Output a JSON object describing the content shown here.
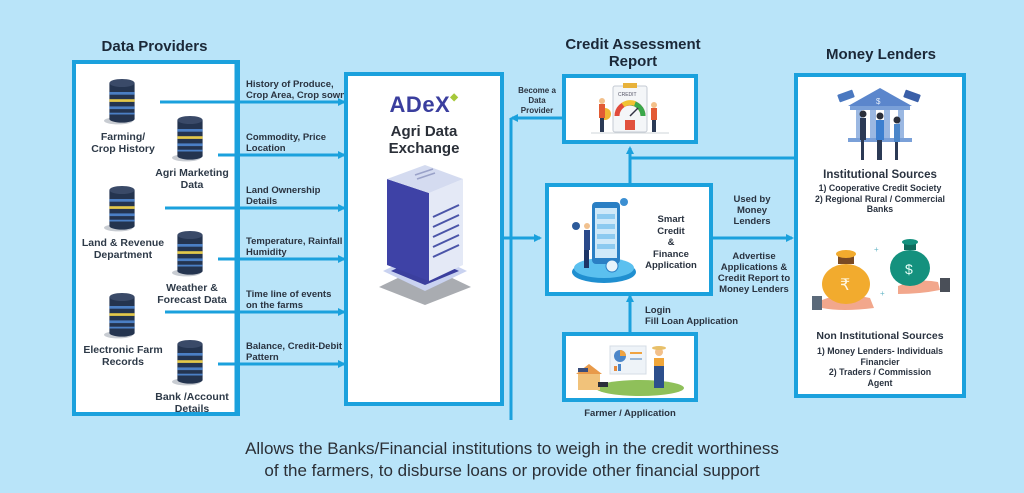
{
  "colors": {
    "background": "#b9e4f9",
    "accent": "#1ba1dd",
    "text_dark": "#1b2838",
    "adex_purple": "#3a3e9e",
    "adex_green": "#a6c83a"
  },
  "data_providers": {
    "heading": "Data Providers",
    "sources": [
      {
        "icon": "database-icon",
        "line1": "Farming/",
        "line2": "Crop History"
      },
      {
        "icon": "database-icon",
        "line1": "Agri Marketing",
        "line2": "Data"
      },
      {
        "icon": "database-icon",
        "line1": "Land & Revenue",
        "line2": "Department"
      },
      {
        "icon": "database-icon",
        "line1": "Weather &",
        "line2": "Forecast Data"
      },
      {
        "icon": "database-icon",
        "line1": "Electronic Farm",
        "line2": "Records"
      },
      {
        "icon": "database-icon",
        "line1": "Bank /Account",
        "line2": "Details"
      }
    ]
  },
  "data_flows": [
    {
      "line1": "History of Produce,",
      "line2": "Crop Area, Crop sown"
    },
    {
      "line1": "Commodity, Price",
      "line2": "Location"
    },
    {
      "line1": "Land Ownership",
      "line2": "Details"
    },
    {
      "line1": "Temperature, Rainfall",
      "line2": "Humidity"
    },
    {
      "line1": "Time line of events",
      "line2": "on the farms"
    },
    {
      "line1": "Balance, Credit-Debit",
      "line2": "Pattern"
    }
  ],
  "adex": {
    "logo": "ADeX",
    "title_line1": "Agri Data",
    "title_line2": "Exchange",
    "icon": "server-icon"
  },
  "credit_report": {
    "heading_line1": "Credit Assessment",
    "heading_line2": "Report",
    "icon": "credit-gauge-icon",
    "gauge_text": "CREDIT",
    "arrow_label_line1": "Become a",
    "arrow_label_line2": "Data",
    "arrow_label_line3": "Provider"
  },
  "smart_app": {
    "line1": "Smart",
    "line2": "Credit",
    "line3": "&",
    "line4": "Finance",
    "line5": "Application",
    "icon": "mobile-app-icon"
  },
  "farmer": {
    "label": "Farmer / Application",
    "icon": "farmer-icon",
    "arrow_label_line1": "Login",
    "arrow_label_line2": "Fill Loan Application"
  },
  "to_lenders": {
    "used_by_line1": "Used by",
    "used_by_line2": "Money",
    "used_by_line3": "Lenders",
    "advertise_line1": "Advertise",
    "advertise_line2": "Applications &",
    "advertise_line3": "Credit Report to",
    "advertise_line4": "Money Lenders"
  },
  "money_lenders": {
    "heading": "Money Lenders",
    "institutional": {
      "icon": "bank-icon",
      "title": "Institutional Sources",
      "items": [
        "1) Cooperative Credit Society",
        "2) Regional Rural / Commercial",
        "Banks"
      ]
    },
    "non_institutional": {
      "icon": "money-bag-icon",
      "rupee": "₹",
      "dollar": "$",
      "title": "Non Institutional Sources",
      "items": [
        "1) Money Lenders- Individuals",
        "Financier",
        "2) Traders / Commission",
        "Agent"
      ]
    }
  },
  "footer": {
    "line1": "Allows the Banks/Financial institutions to weigh in the credit worthiness",
    "line2": "of the farmers, to disburse loans or provide other financial support"
  }
}
